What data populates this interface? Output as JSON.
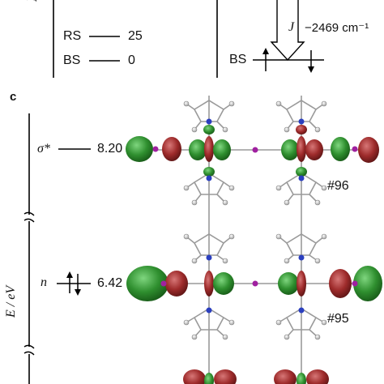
{
  "top_panel": {
    "axis_label": "E",
    "rs_label": "RS",
    "rs_value": "25",
    "bs_label": "BS",
    "bs_value": "0",
    "j_label": "J",
    "j_value": "−2469 cm⁻¹",
    "bs_right_label": "BS"
  },
  "panel_c": {
    "panel_letter": "c",
    "axis_label": "E / eV",
    "sigma_label": "σ*",
    "sigma_value": "8.20",
    "n_label": "n",
    "n_value": "6.42",
    "orbital_96": "#96",
    "orbital_95": "#95"
  },
  "colors": {
    "lobe_green": "#2f8f2f",
    "lobe_red": "#9e2b2b",
    "atom_nitrogen": "#2b3fbf",
    "atom_iodine": "#a020a0",
    "bond_gray": "#9a9a9a"
  }
}
